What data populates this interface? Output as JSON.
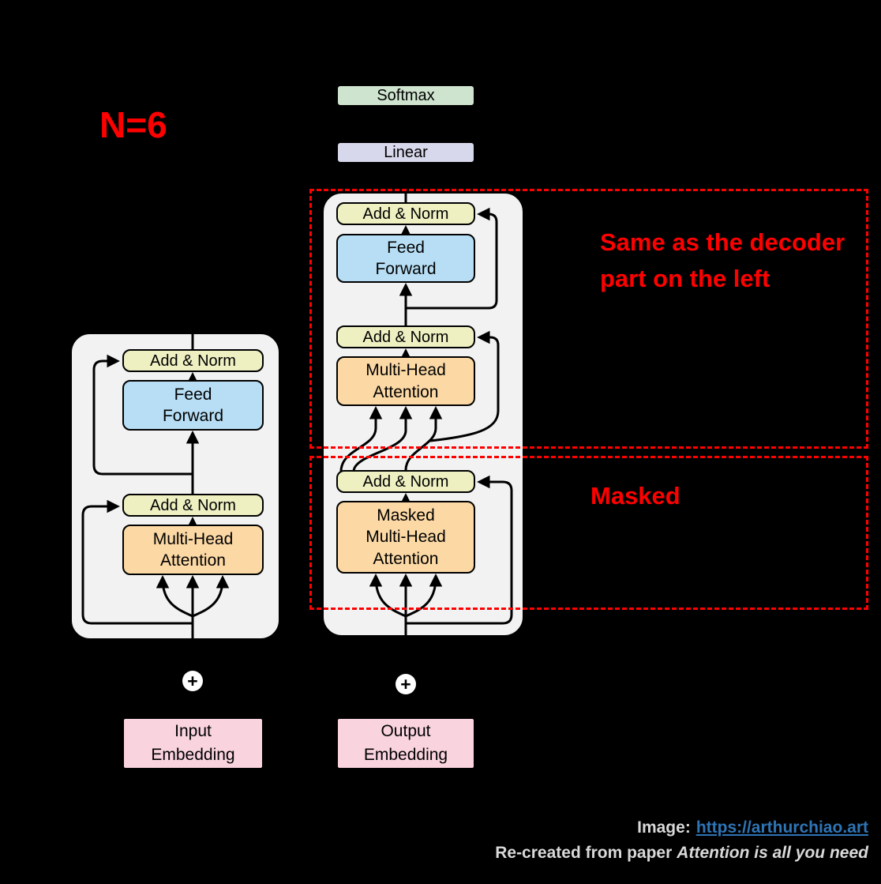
{
  "annotations": {
    "n_label": "N=6",
    "same_as_note": "Same as the decoder\npart on the left",
    "masked_note": "Masked"
  },
  "encoder": {
    "add_norm_top": "Add & Norm",
    "feed_forward": "Feed\nForward",
    "add_norm_bottom": "Add & Norm",
    "multi_head_attention": "Multi-Head\nAttention",
    "plus_symbol": "+",
    "embedding": "Input\nEmbedding"
  },
  "decoder": {
    "softmax": "Softmax",
    "linear": "Linear",
    "add_norm_top": "Add & Norm",
    "feed_forward": "Feed\nForward",
    "add_norm_mid": "Add & Norm",
    "multi_head_attention": "Multi-Head\nAttention",
    "add_norm_bottom": "Add & Norm",
    "masked_multi_head_attention": "Masked\nMulti-Head\nAttention",
    "plus_symbol": "+",
    "embedding": "Output\nEmbedding"
  },
  "footer": {
    "image_label": "Image:",
    "image_link": "https://arthurchiao.art",
    "credit_prefix": "Re-created from paper",
    "credit_title": "Attention is all you need"
  },
  "colors": {
    "background": "#000000",
    "annotation_red": "#fe0000",
    "link_blue": "#2e75b6",
    "add_norm_fill": "#eef0c2",
    "feed_forward_fill": "#b7def4",
    "attention_fill": "#fbd8a4",
    "softmax_fill": "#cfe4cf",
    "linear_fill": "#d8d8ec",
    "embedding_fill": "#f9d3de",
    "block_bg": "#f2f2f2"
  }
}
